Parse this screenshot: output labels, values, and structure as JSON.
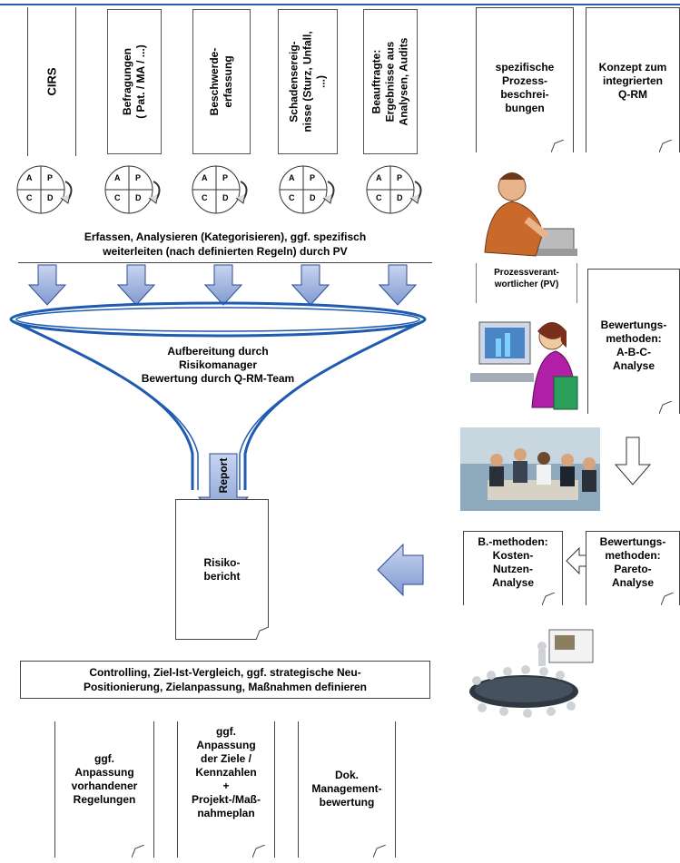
{
  "sources": [
    {
      "label": "CIRS"
    },
    {
      "label": "Befragungen\n( Pat. / MA / ...)"
    },
    {
      "label": "Beschwerde-\nerfassung"
    },
    {
      "label": "Schadensereig-\nnisse (Sturz, Unfall,\n...)"
    },
    {
      "label": "Beauftragte:\nErgebnisse aus\nAnalysen, Audits"
    }
  ],
  "pdca": {
    "a": "A",
    "p": "P",
    "c": "C",
    "d": "D"
  },
  "capture_bar": "Erfassen, Analysieren (Kategorisieren), ggf. spezifisch\nweiterleiten (nach definierten Regeln) durch PV",
  "funnel_text": "Aufbereitung durch\nRisikomanager\nBewertung durch Q-RM-Team",
  "report_label": "Report",
  "risk_report": "Risiko-\nbericht",
  "controlling_bar": "Controlling, Ziel-Ist-Vergleich, ggf. strategische Neu-\nPositionierung, Zielanpassung, Maßnahmen definieren",
  "outputs": [
    {
      "label": "ggf.\nAnpassung\nvorhandener\nRegelungen"
    },
    {
      "label": "ggf.\nAnpassung\nder Ziele /\nKennzahlen\n+\nProjekt-/Maß-\nnahmeplan"
    },
    {
      "label": "Dok.\nManagement-\nbewertung"
    }
  ],
  "right_docs": {
    "process_desc": "spezifische\nProzess-\nbeschrei-\nbungen",
    "concept": "Konzept zum\nintegrierten\nQ-RM",
    "pv_caption": "Prozessverant-\nwortlicher (PV)",
    "abc": "Bewertungs-\nmethoden:\nA-B-C-\nAnalyse",
    "cost_benefit": "B.-methoden:\nKosten-\nNutzen-\nAnalyse",
    "pareto": "Bewertungs-\nmethoden:\nPareto-\nAnalyse"
  },
  "colors": {
    "arrow_fill": "#8fa6d6",
    "arrow_stroke": "#2c4a9a",
    "funnel": "#1f5bb0",
    "header_line": "#2a5fa8"
  }
}
